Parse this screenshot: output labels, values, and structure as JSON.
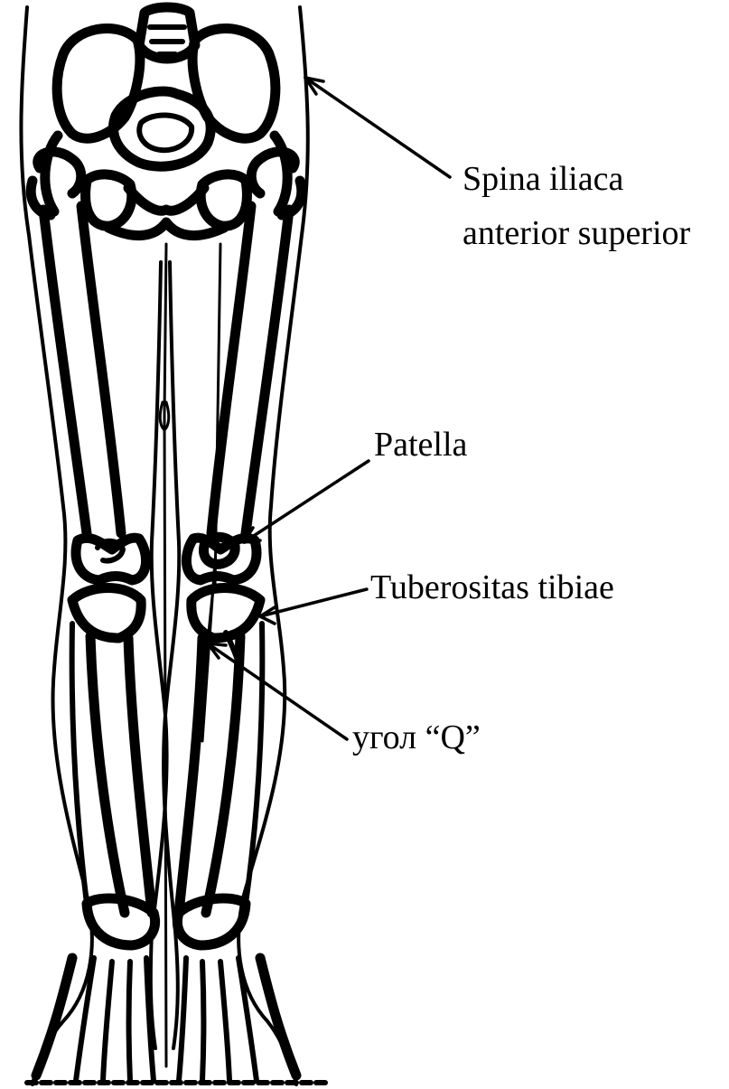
{
  "labels": {
    "spina_line1": "Spina iliaca",
    "spina_line2": "anterior superior",
    "patella": "Patella",
    "tuberositas": "Tuberositas tibiae",
    "q_angle": "угол “Q”"
  }
}
